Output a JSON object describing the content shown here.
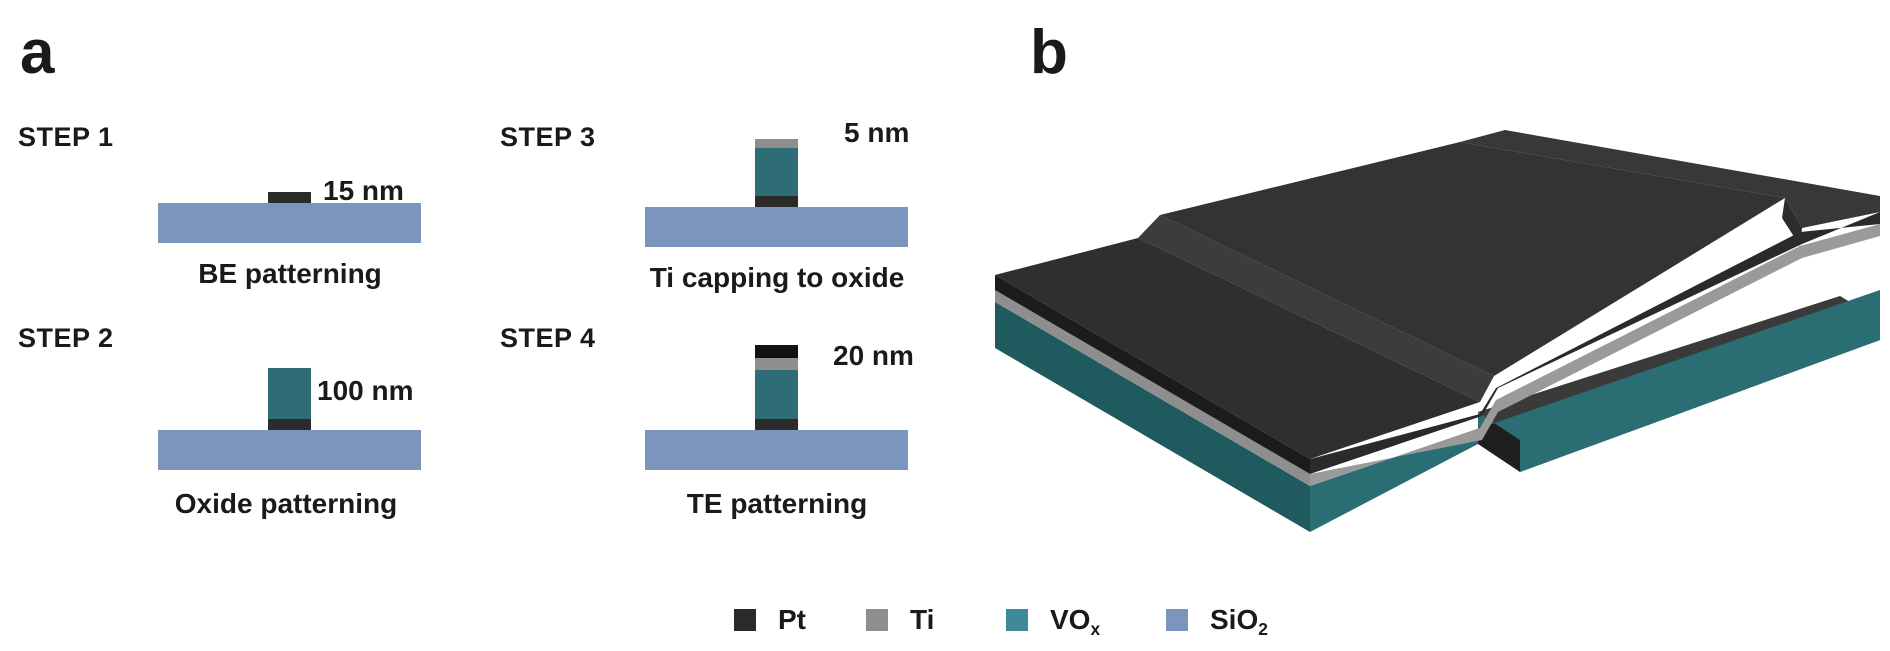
{
  "panel_a": {
    "letter": "a",
    "steps": [
      {
        "title": "STEP 1",
        "caption": "BE patterning",
        "dimension": "15 nm"
      },
      {
        "title": "STEP 2",
        "caption": "Oxide patterning",
        "dimension": "100 nm"
      },
      {
        "title": "STEP 3",
        "caption": "Ti capping to oxide",
        "dimension": "5 nm"
      },
      {
        "title": "STEP 4",
        "caption": "TE patterning",
        "dimension": "20 nm"
      }
    ]
  },
  "panel_b": {
    "letter": "b"
  },
  "legend": [
    {
      "label": "Pt",
      "color": "#2b2b2b"
    },
    {
      "label": "Ti",
      "color": "#8e8e8e"
    },
    {
      "label": "VO",
      "subscript": "x",
      "color": "#3f8a98"
    },
    {
      "label": "SiO",
      "subscript": "2",
      "color": "#7b95bd"
    }
  ],
  "colors": {
    "substrate": "#7b95bd",
    "pt": "#2b2b2b",
    "ti": "#8e8e8e",
    "vox": "#2f6d76",
    "vox_side": "#1f5a5e"
  }
}
